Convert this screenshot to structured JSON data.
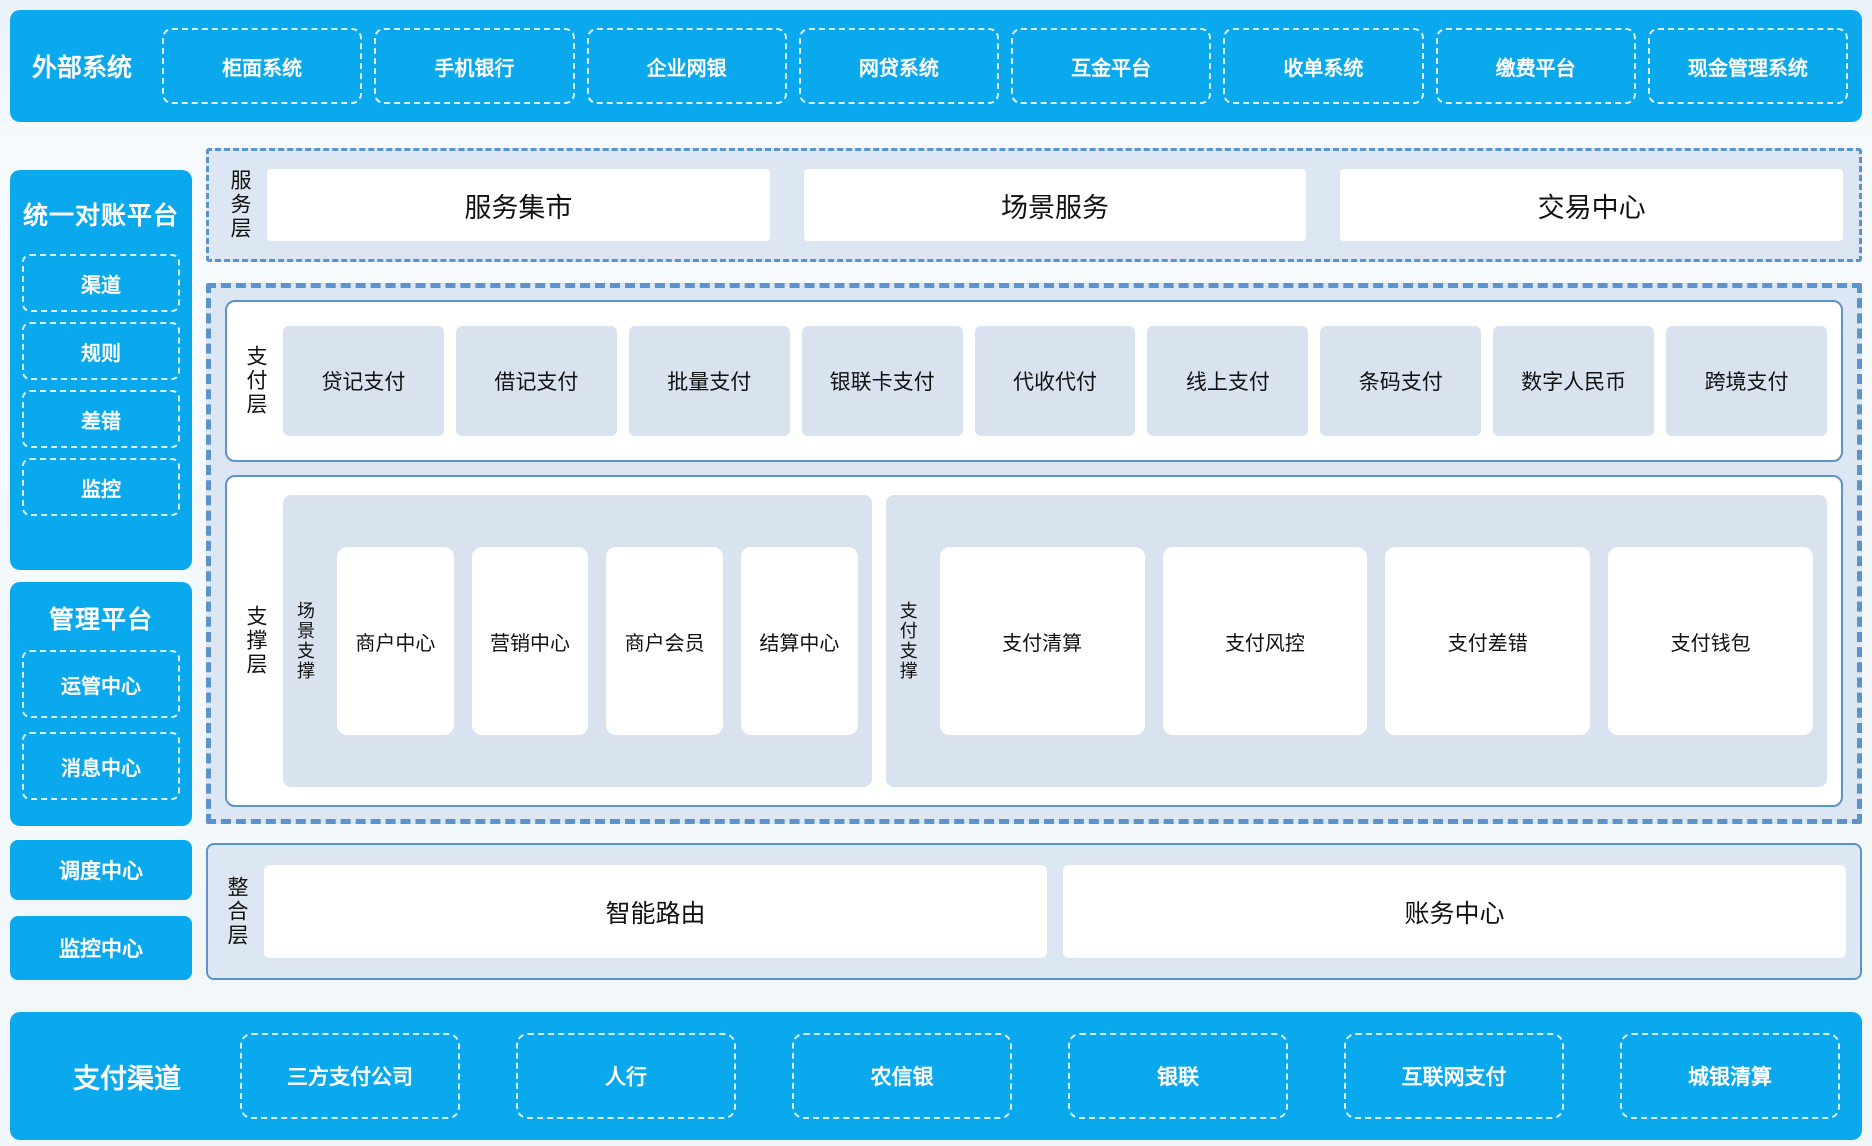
{
  "colors": {
    "accent_blue": "#0aa9ee",
    "border_blue": "#5b93cc",
    "panel_bg": "#dce7f3",
    "item_bg": "#d9e3f0",
    "page_bg": "#f1f6fa",
    "text_dark": "#111111",
    "text_on_blue": "#ffffff"
  },
  "top_bar": {
    "label": "外部系统",
    "items": [
      "柜面系统",
      "手机银行",
      "企业网银",
      "网贷系统",
      "互金平台",
      "收单系统",
      "缴费平台",
      "现金管理系统"
    ]
  },
  "sidebar": {
    "groups": [
      {
        "title": "统一对账平台",
        "items": [
          "渠道",
          "规则",
          "差错",
          "监控"
        ]
      },
      {
        "title": "管理平台",
        "items": [
          "运管中心",
          "消息中心"
        ]
      }
    ],
    "solo_items": [
      "调度中心",
      "监控中心"
    ]
  },
  "layers": {
    "service": {
      "label": "服务层",
      "items": [
        "服务集市",
        "场景服务",
        "交易中心"
      ]
    },
    "payment": {
      "label": "支付层",
      "items": [
        "贷记支付",
        "借记支付",
        "批量支付",
        "银联卡支付",
        "代收代付",
        "线上支付",
        "条码支付",
        "数字人民币",
        "跨境支付"
      ]
    },
    "support": {
      "label": "支撑层",
      "groups": [
        {
          "label": "场景支撑",
          "items": [
            "商户中心",
            "营销中心",
            "商户会员",
            "结算中心"
          ]
        },
        {
          "label": "支付支撑",
          "items": [
            "支付清算",
            "支付风控",
            "支付差错",
            "支付钱包"
          ]
        }
      ]
    },
    "integration": {
      "label": "整合层",
      "items": [
        "智能路由",
        "账务中心"
      ]
    }
  },
  "bottom_bar": {
    "label": "支付渠道",
    "items": [
      "三方支付公司",
      "人行",
      "农信银",
      "银联",
      "互联网支付",
      "城银清算"
    ]
  }
}
